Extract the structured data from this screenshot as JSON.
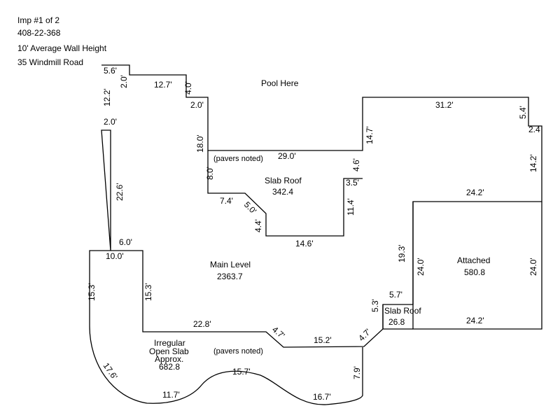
{
  "header": {
    "line1": "Imp #1 of 2",
    "line2": "408-22-368",
    "line3": "10' Average Wall Height",
    "line4": "35 Windmill Road"
  },
  "areas": {
    "pool": "Pool Here",
    "slab_roof_top": {
      "label": "Slab Roof",
      "value": "342.4",
      "note": "(pavers noted)"
    },
    "main_level": {
      "label": "Main Level",
      "value": "2363.7"
    },
    "attached": {
      "label": "Attached",
      "value": "580.8"
    },
    "slab_roof_small": {
      "label": "Slab Roof",
      "value": "26.8"
    },
    "open_slab": {
      "line1": "Irregular",
      "line2": "Open Slab",
      "line3": "Approx.",
      "value": "682.8",
      "note": "(pavers noted)"
    }
  },
  "dimensions": {
    "d5_6": "5.6'",
    "d2_0a": "2.0'",
    "d12_7": "12.7'",
    "d4_0": "4.0'",
    "d12_2": "12.2'",
    "d2_0b": "2.0'",
    "d2_0c": "2.0'",
    "d18_0": "18.0'",
    "d29_0": "29.0'",
    "d4_6": "4.6'",
    "d14_7": "14.7'",
    "d31_2": "31.2'",
    "d5_4": "5.4'",
    "d2_4": "2.4",
    "d14_2": "14.2'",
    "d8_0": "8.0'",
    "d22_6": "22.6'",
    "d7_4": "7.4'",
    "d5_0": "5.0'",
    "d4_4": "4.4'",
    "d3_5": "3.5'",
    "d11_4": "11.4'",
    "d14_6": "14.6'",
    "d24_2a": "24.2'",
    "d6_0": "6.0'",
    "d10_0": "10.0'",
    "d19_3": "19.3'",
    "d24_0a": "24.0'",
    "d24_0b": "24.0'",
    "d15_3a": "15.3'",
    "d15_3b": "15.3'",
    "d5_7": "5.7'",
    "d5_3": "5.3'",
    "d22_8": "22.8'",
    "d4_7a": "4.7'",
    "d15_2": "15.2'",
    "d4_7b": "4.7'",
    "d24_2b": "24.2'",
    "d7_9": "7.9'",
    "d17_6": "17.6'",
    "d15_7": "15.7'",
    "d11_7": "11.7'",
    "d16_7": "16.7'"
  }
}
